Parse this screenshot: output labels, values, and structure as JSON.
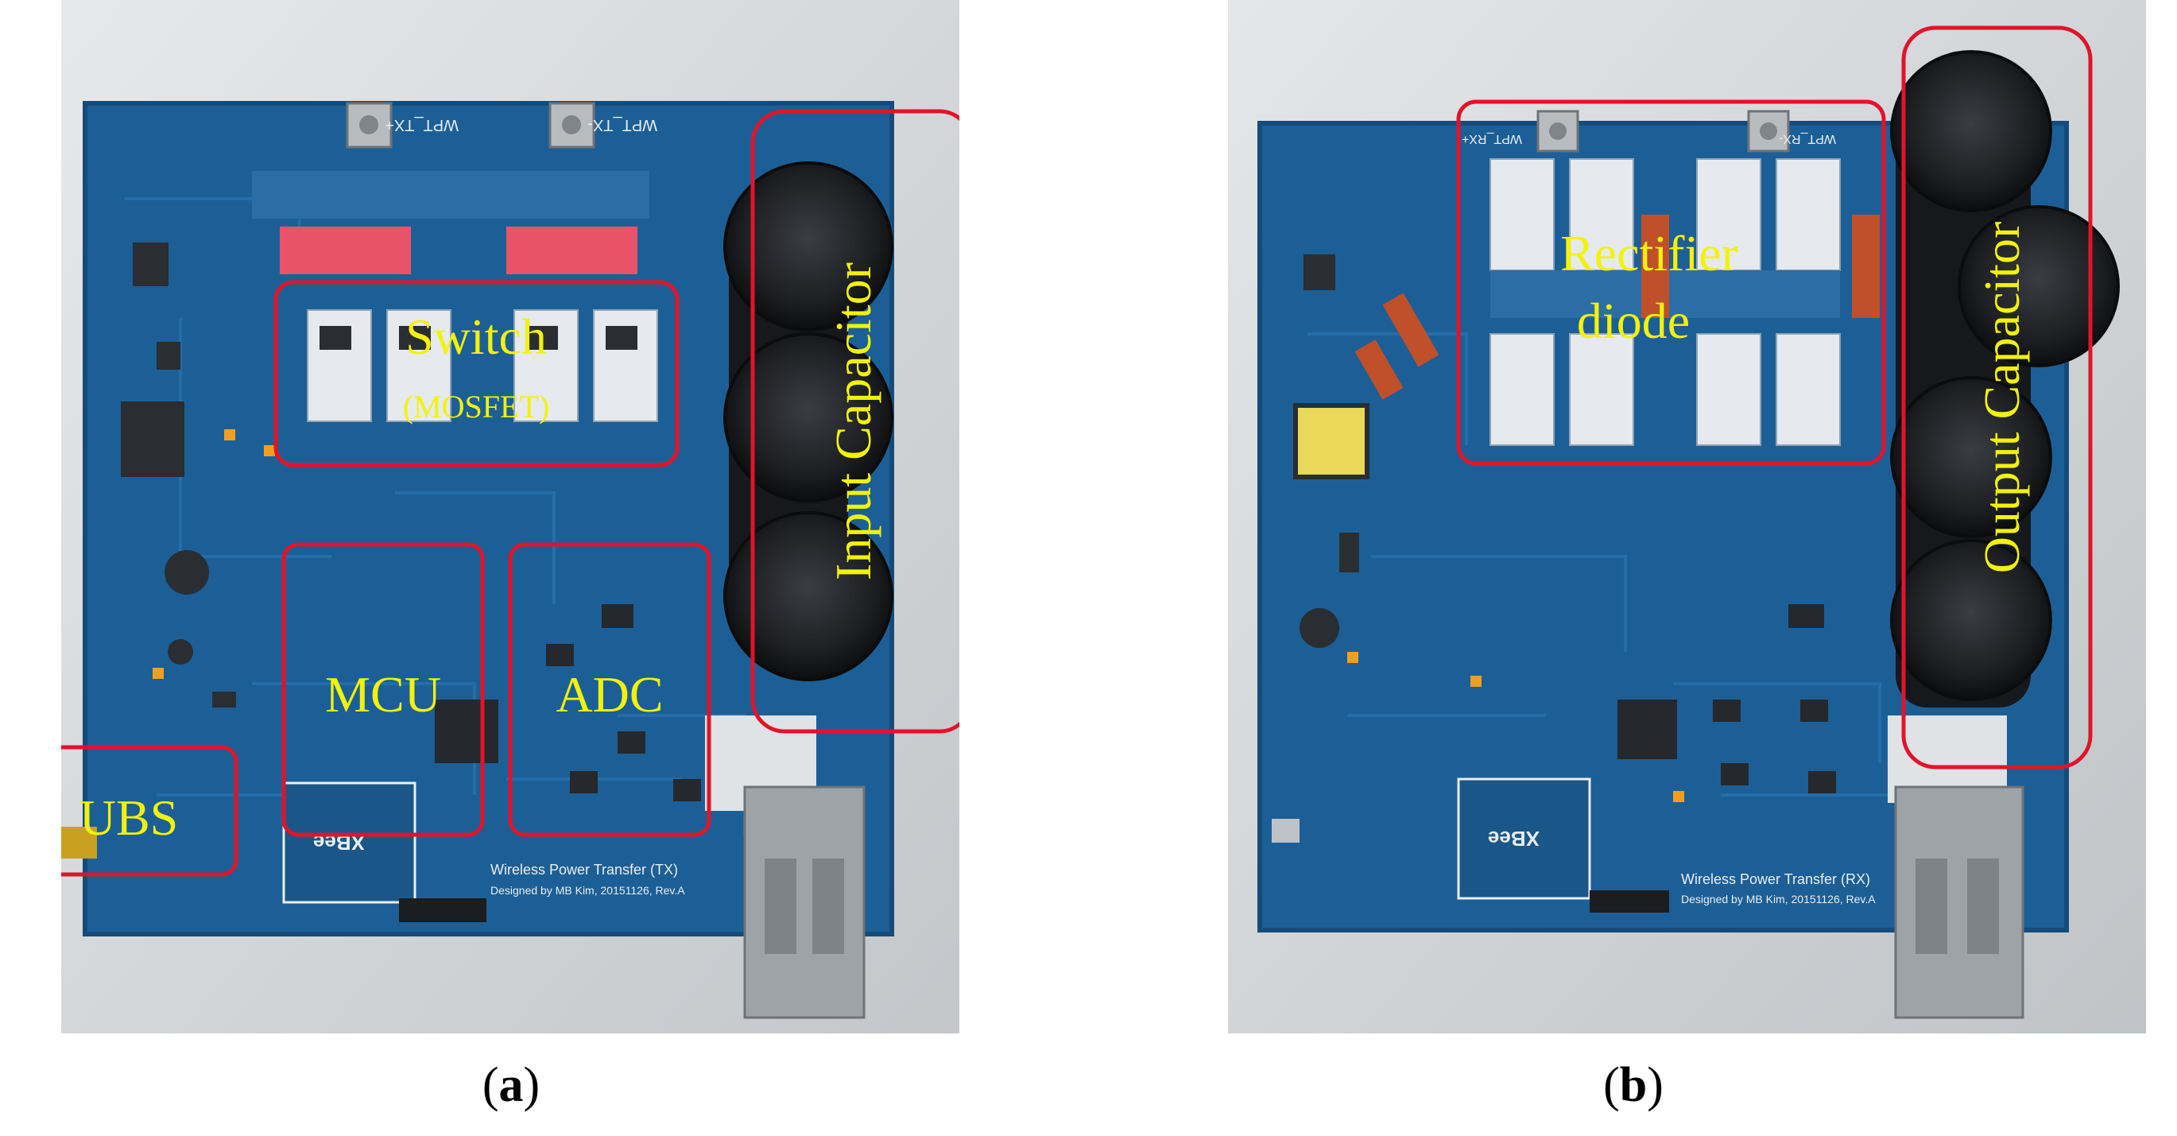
{
  "panels": [
    {
      "id": "a",
      "caption": "a",
      "silkscreen": [
        "WPT_TX+",
        "WPT_TX-",
        "XBee",
        "Wireless Power Transfer (TX)",
        "Designed by MB Kim, 20151126, Rev.A"
      ],
      "labels": {
        "switch": "Switch",
        "mosfet": "(MOSFET)",
        "mcu": "MCU",
        "adc": "ADC",
        "ubs": "UBS",
        "input_capacitor": "Input Capacitor"
      }
    },
    {
      "id": "b",
      "caption": "b",
      "silkscreen": [
        "WPT_RX+",
        "WPT_RX-",
        "XBee",
        "Wireless Power Transfer (RX)",
        "Designed by MB Kim, 20151126, Rev.A"
      ],
      "labels": {
        "rectifier": "Rectifier",
        "diode": "diode",
        "output_capacitor": "Output Capacitor"
      }
    }
  ],
  "colors": {
    "pcb": "#1c5f96",
    "pcb_dark": "#154b7a",
    "background_wall": "#cfd3d6",
    "capacitor": "#1d1f22",
    "highlight_box": "#e0142a",
    "label_text": "#f2f20a",
    "connector": "#9ea3a8",
    "film_capacitor": "#e8536a"
  }
}
